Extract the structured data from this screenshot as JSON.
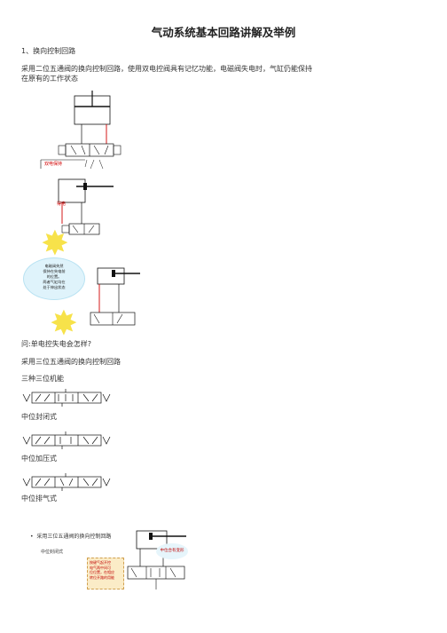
{
  "doc": {
    "title": "气动系统基本回路讲解及举例",
    "section1_heading": "1、换向控制回路",
    "intro_line1": "采用二位五通阀的换向控制回路，使用双电控阀具有记忆功能，电磁阀失电时，气缸仍能保持",
    "intro_line2": "在原有的工作状态",
    "question": "问:单电控失电会怎样?",
    "three_pos_intro": "采用三位五通阀的换向控制回路",
    "three_functions": "三种三位机能",
    "label_closed": "中位封闭式",
    "label_pressure": "中位加压式",
    "label_exhaust": "中位排气式"
  },
  "figures": {
    "fig1_label": "双电保持",
    "fig2_label": "得电",
    "fig3_callout": [
      "电磁阀失然",
      "保持在失电前",
      "的位置。",
      "两者气缸均在",
      "处于伸出状态"
    ],
    "bottom_bullet": "采用三位五通阀的换向控制回路",
    "bottom_sub": "中位封闭式",
    "bottom_pill": "中位合有变形",
    "bottom_note": [
      "按键气起开控",
      "电气两中间可",
      "位位置，在相应",
      "转位开路的用能"
    ]
  },
  "colors": {
    "accent_red": "#d10000",
    "callout_blue": "#dff3fb",
    "burst_yellow": "#f7e24a"
  }
}
